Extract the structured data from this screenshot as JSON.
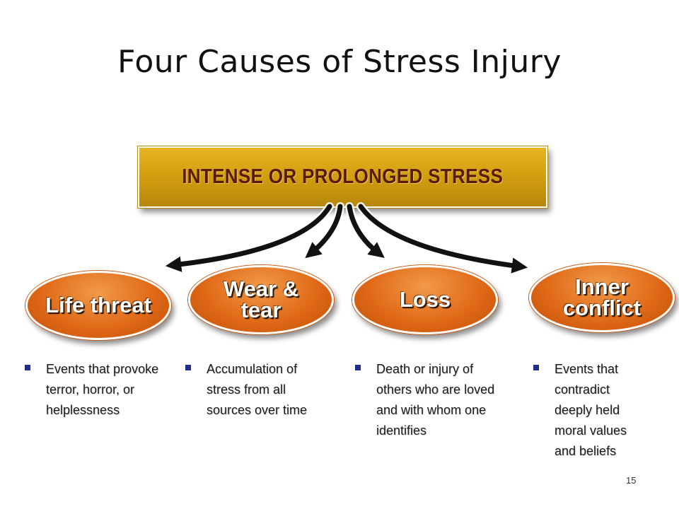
{
  "slide": {
    "title": "Four Causes of Stress Injury",
    "top_box": "INTENSE OR PROLONGED STRESS",
    "page_number": "15"
  },
  "causes": [
    {
      "label": "Life threat",
      "description": "Events that provoke terror, horror, or helplessness"
    },
    {
      "label": "Wear & tear",
      "description": "Accumulation of stress from all sources over time"
    },
    {
      "label": "Loss",
      "description": "Death or injury of others who are loved and with whom one identifies"
    },
    {
      "label": "Inner conflict",
      "description": "Events that contradict deeply held moral values and beliefs"
    }
  ],
  "colors": {
    "top_box": "#d4a012",
    "top_box_text": "#5a1a0c",
    "oval": "#e06a17",
    "bullet": "#1f2e8c",
    "arrow": "#111111"
  }
}
